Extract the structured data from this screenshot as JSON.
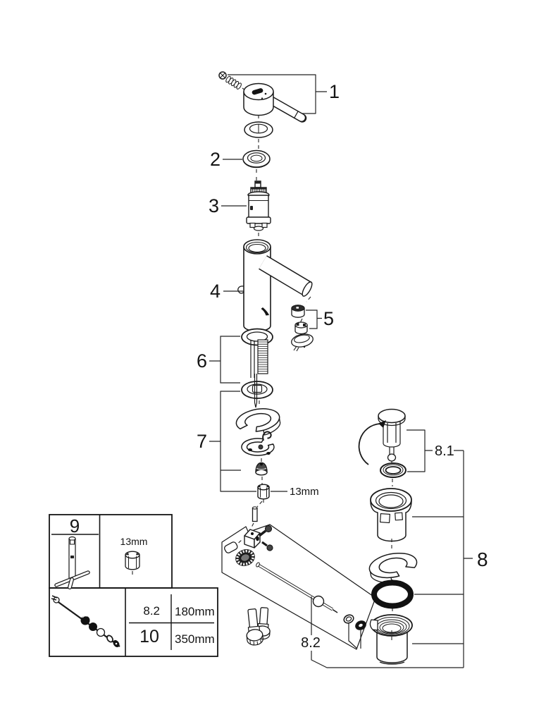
{
  "callouts": {
    "c1": "1",
    "c2": "2",
    "c3": "3",
    "c4": "4",
    "c5": "5",
    "c6": "6",
    "c7": "7",
    "c8": "8",
    "c8_1": "8.1",
    "c8_2": "8.2",
    "wrench_size": "13mm"
  },
  "table": {
    "tool_number": "9",
    "wrench_size": "13mm",
    "rows": [
      {
        "part": "8.2",
        "length": "180mm"
      },
      {
        "part": "10",
        "length": "350mm"
      }
    ]
  },
  "colors": {
    "line": "#1a1a1a",
    "background": "#ffffff"
  }
}
